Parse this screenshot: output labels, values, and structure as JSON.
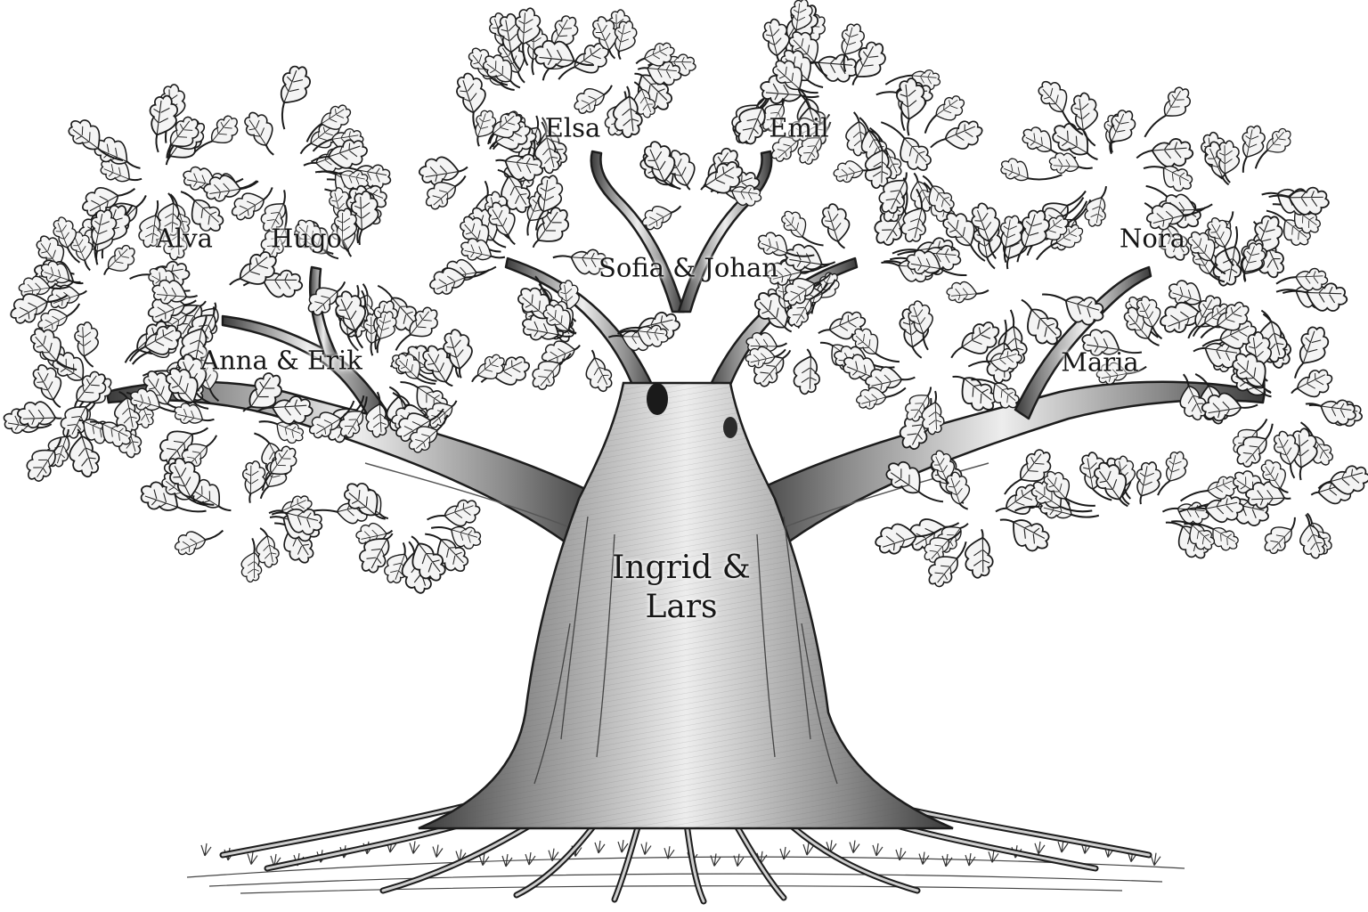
{
  "tree": {
    "root": {
      "line1": "Ingrid &",
      "line2": "Lars"
    },
    "couples": {
      "left": "Anna & Erik",
      "center": "Sofia & Johan",
      "right": "Maria"
    },
    "grandchildren": {
      "alva": "Alva",
      "hugo": "Hugo",
      "elsa": "Elsa",
      "emil": "Emil",
      "nora": "Nora"
    }
  },
  "colors": {
    "ink": "#161616",
    "background": "#ffffff"
  }
}
